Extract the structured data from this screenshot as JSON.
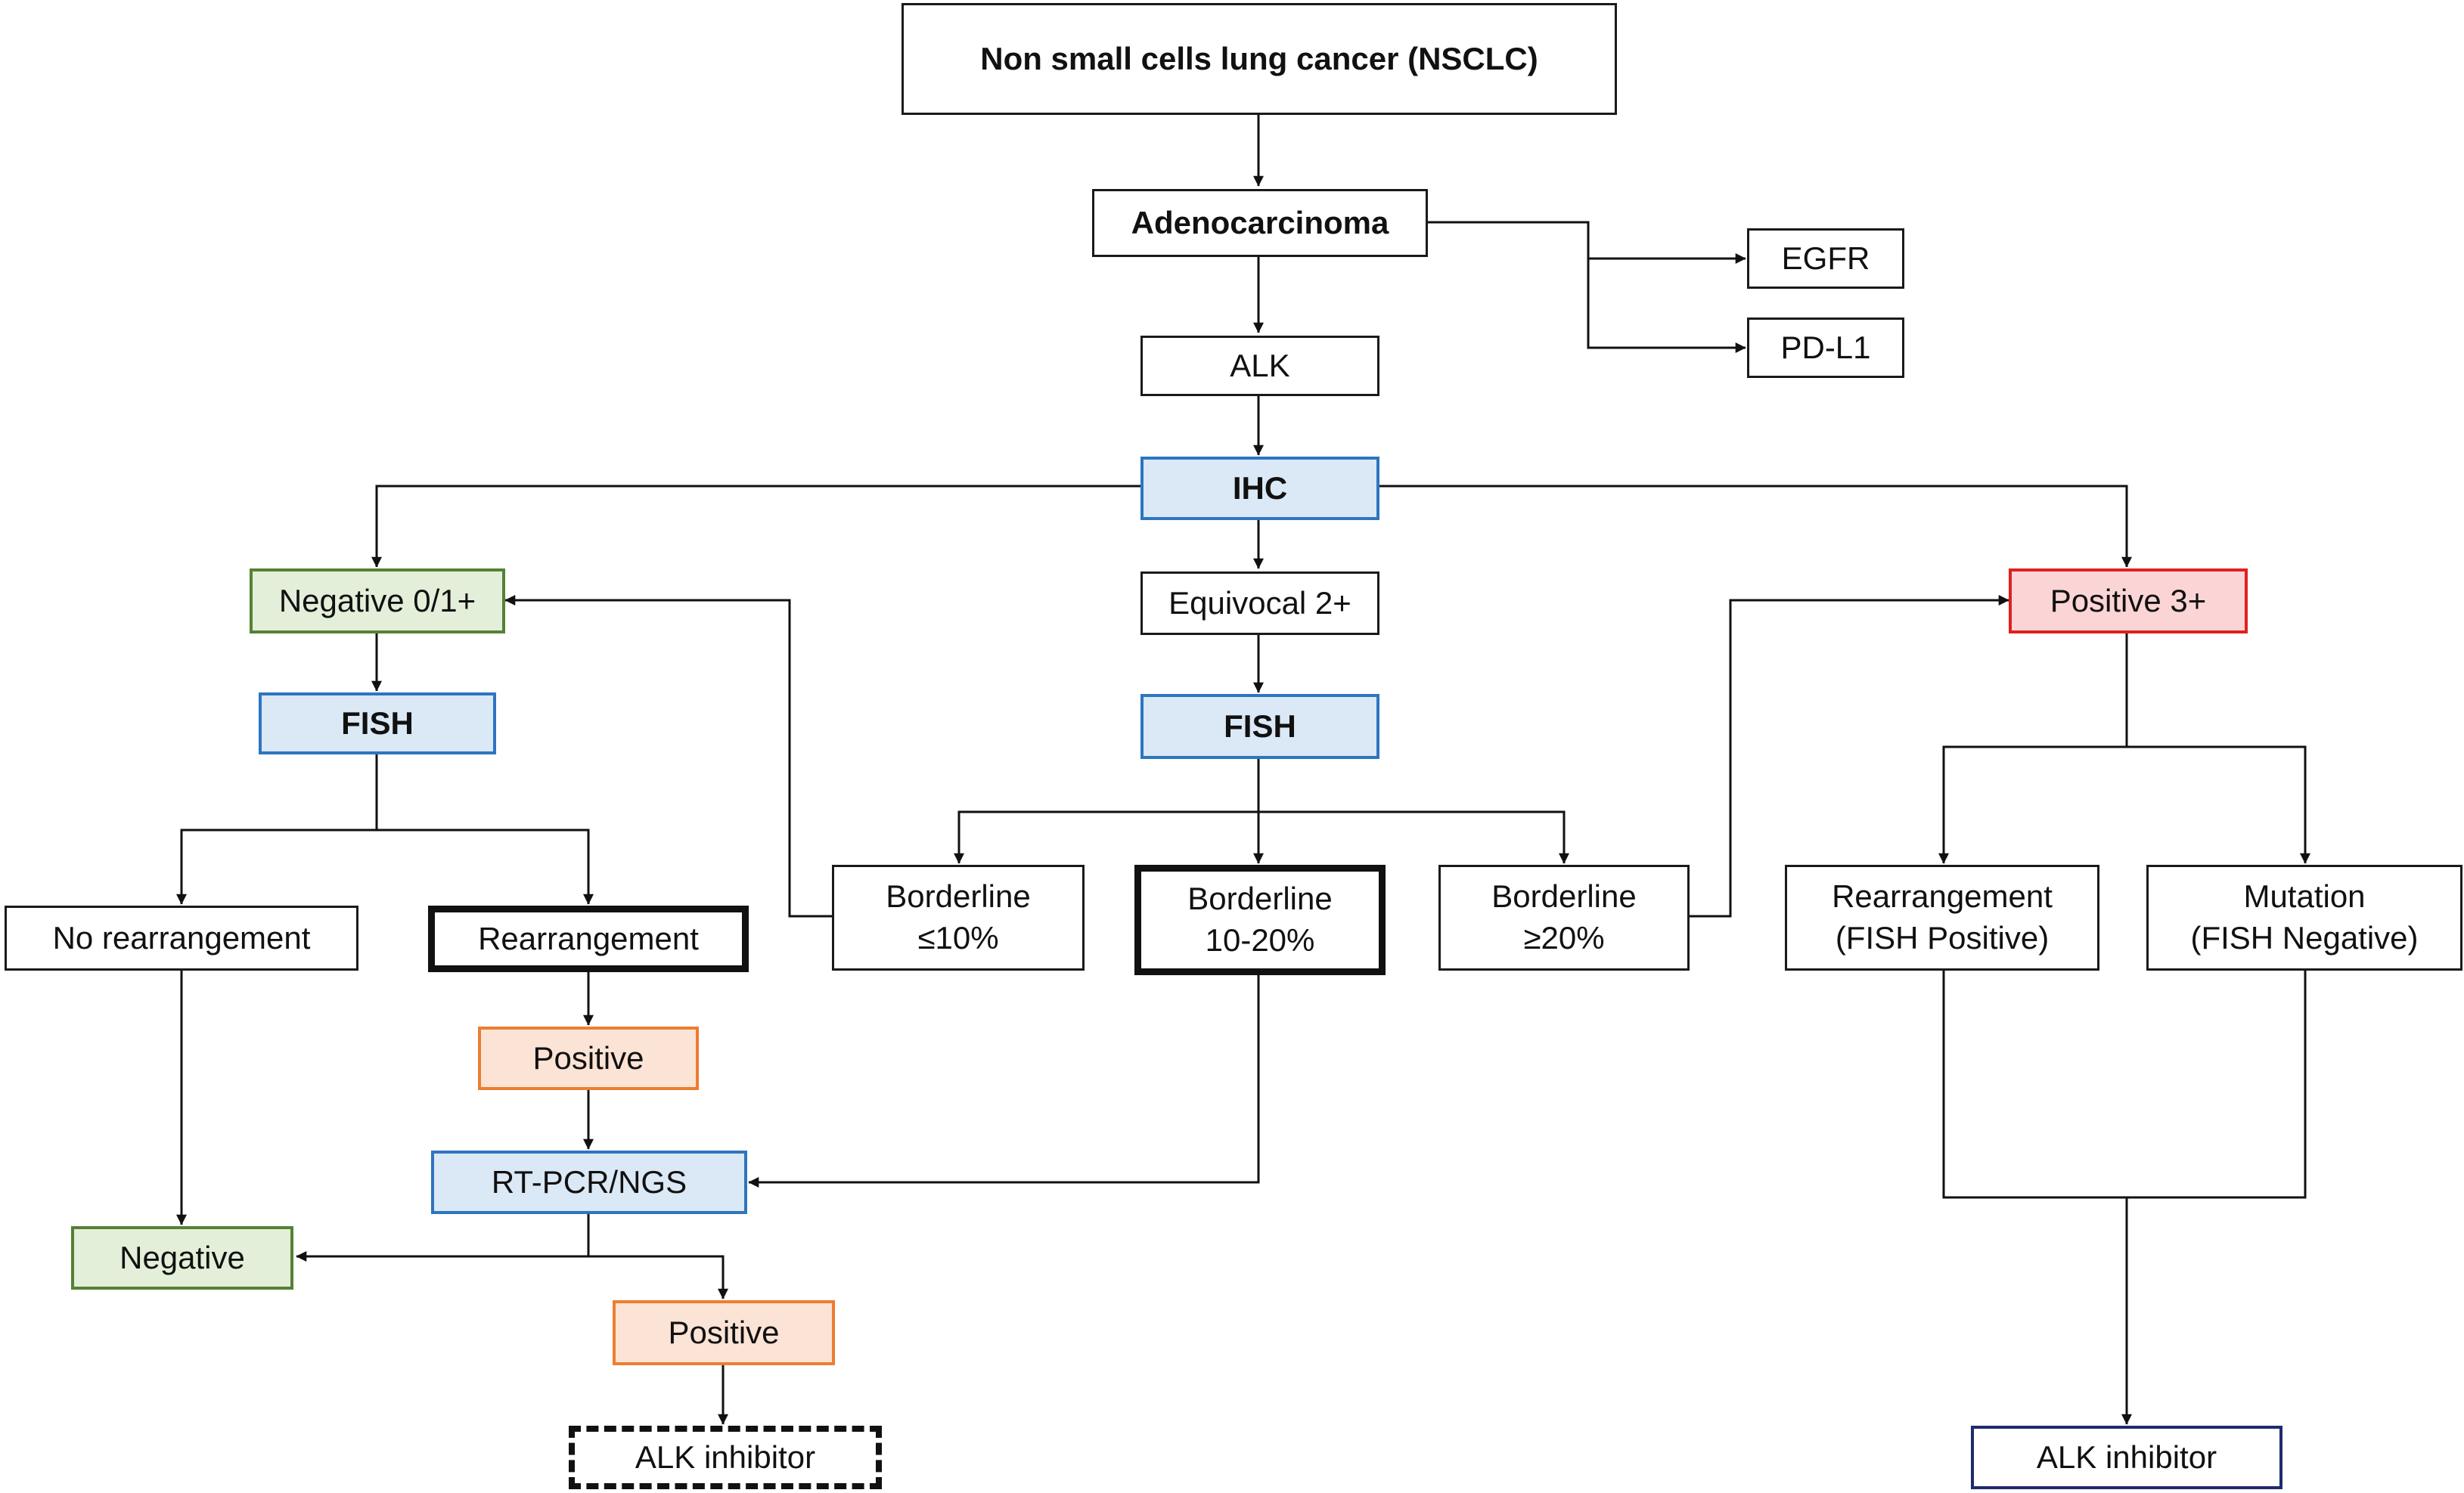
{
  "diagram": {
    "nsclc": "Non small cells lung cancer (NSCLC)",
    "adenocarcinoma": "Adenocarcinoma",
    "egfr": "EGFR",
    "pdl1": "PD-L1",
    "alk": "ALK",
    "ihc": "IHC",
    "negative_01": "Negative 0/1+",
    "equivocal_2": "Equivocal 2+",
    "positive_3": "Positive 3+",
    "fish_left": "FISH",
    "fish_center": "FISH",
    "no_rearrangement": "No rearrangement",
    "rearrangement": "Rearrangement",
    "borderline_low": {
      "line1": "Borderline",
      "line2": "≤10%"
    },
    "borderline_mid": {
      "line1": "Borderline",
      "line2": "10-20%"
    },
    "borderline_high": {
      "line1": "Borderline",
      "line2": "≥20%"
    },
    "rearrangement_fish_pos": {
      "line1": "Rearrangement",
      "line2": "(FISH Positive)"
    },
    "mutation_fish_neg": {
      "line1": "Mutation",
      "line2": "(FISH Negative)"
    },
    "positive_after_fish": "Positive",
    "rtpcr_ngs": "RT-PCR/NGS",
    "negative_final": "Negative",
    "positive_after_rtpcr": "Positive",
    "alk_inhibitor_left": "ALK inhibitor",
    "alk_inhibitor_right": "ALK inhibitor"
  },
  "colors": {
    "blue_fill": "#dbe8f5",
    "blue_border": "#2e75c0",
    "green_fill": "#e3efd9",
    "green_border": "#548235",
    "red_fill": "#fbd5d5",
    "red_border": "#e02020",
    "orange_fill": "#fbe3d5",
    "orange_border": "#ed7d31",
    "navy_border": "#1f2a6e"
  }
}
